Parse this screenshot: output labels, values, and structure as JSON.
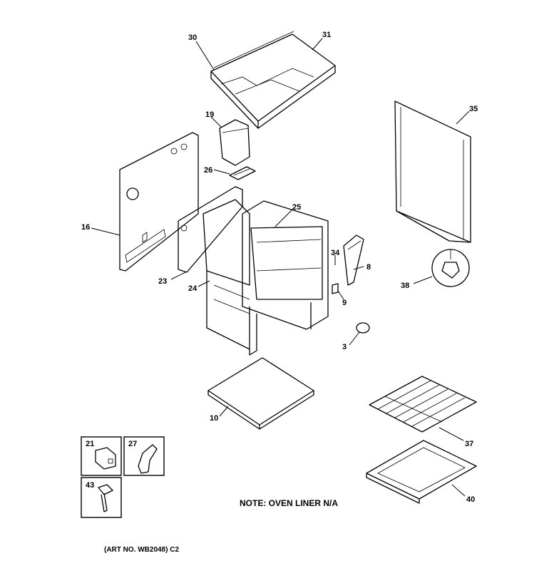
{
  "callouts": [
    {
      "id": "30",
      "label": "30"
    },
    {
      "id": "31",
      "label": "31"
    },
    {
      "id": "35",
      "label": "35"
    },
    {
      "id": "19",
      "label": "19"
    },
    {
      "id": "26",
      "label": "26"
    },
    {
      "id": "25",
      "label": "25"
    },
    {
      "id": "16",
      "label": "16"
    },
    {
      "id": "34",
      "label": "34"
    },
    {
      "id": "8",
      "label": "8"
    },
    {
      "id": "23",
      "label": "23"
    },
    {
      "id": "24",
      "label": "24"
    },
    {
      "id": "9",
      "label": "9"
    },
    {
      "id": "38",
      "label": "38"
    },
    {
      "id": "3",
      "label": "3"
    },
    {
      "id": "10",
      "label": "10"
    },
    {
      "id": "37",
      "label": "37"
    },
    {
      "id": "40",
      "label": "40"
    },
    {
      "id": "21",
      "label": "21"
    },
    {
      "id": "27",
      "label": "27"
    },
    {
      "id": "43",
      "label": "43"
    }
  ],
  "note": "NOTE: OVEN LINER N/A",
  "art_number": "(ART NO. WB2048) C2"
}
